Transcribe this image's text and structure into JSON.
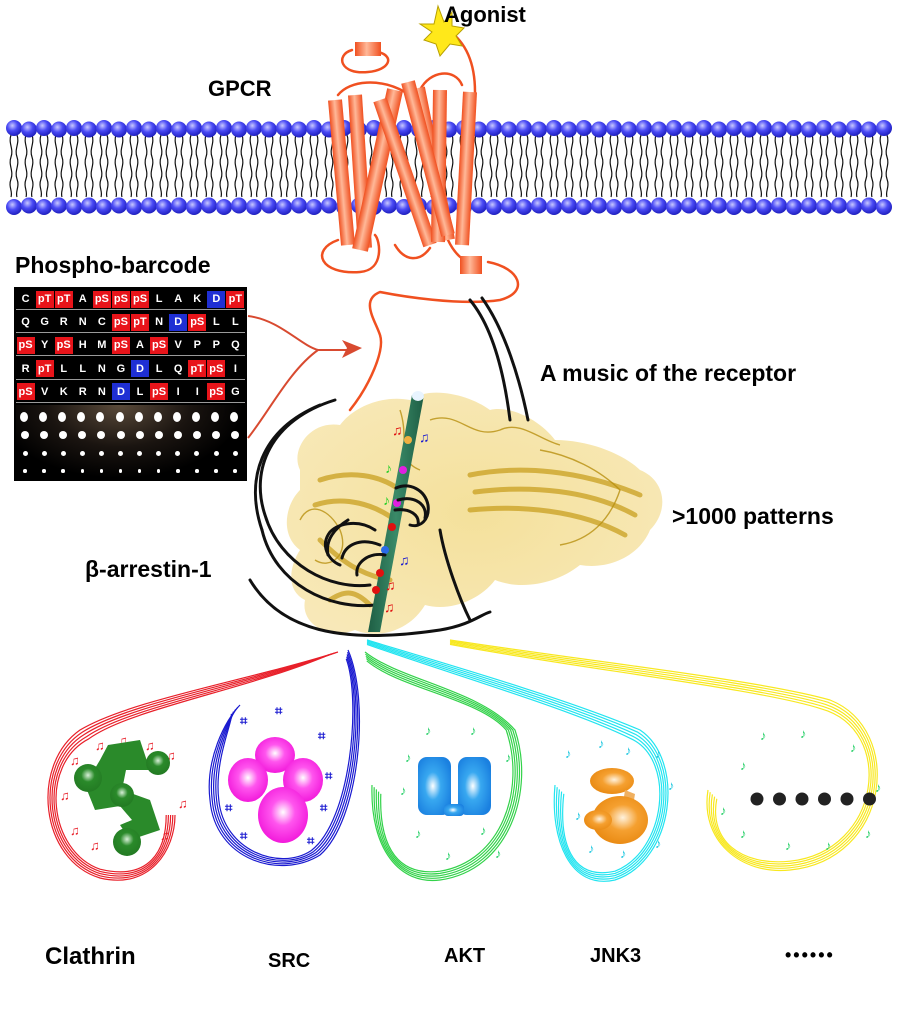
{
  "labels": {
    "gpcr": "GPCR",
    "agonist": "Agonist",
    "phospho_barcode": "Phospho-barcode",
    "music": "A music of the receptor",
    "patterns": ">1000 patterns",
    "arrestin": "β-arrestin-1"
  },
  "barcode_rows": [
    [
      "C",
      "pT",
      "pT",
      "A",
      "pS",
      "pS",
      "pS",
      "L",
      "A",
      "K",
      "D",
      "pT"
    ],
    [
      "Q",
      "G",
      "R",
      "N",
      "C",
      "pS",
      "pT",
      "N",
      "D",
      "pS",
      "L",
      "L"
    ],
    [
      "pS",
      "Y",
      "pS",
      "H",
      "M",
      "pS",
      "A",
      "pS",
      "V",
      "P",
      "P",
      "Q"
    ],
    [
      "R",
      "pT",
      "L",
      "L",
      "N",
      "G",
      "D",
      "L",
      "Q",
      "pT",
      "pS",
      "I"
    ],
    [
      "pS",
      "V",
      "K",
      "R",
      "N",
      "D",
      "L",
      "pS",
      "I",
      "I",
      "pS",
      "G"
    ]
  ],
  "barcode_colors": {
    "phospho": "#e8141a",
    "acidic": "#1f2fd4"
  },
  "effectors": [
    {
      "name": "Clathrin",
      "color": "#e8202a",
      "protein_color": "#2a8a2a",
      "note_color": "#e8202a"
    },
    {
      "name": "SRC",
      "color": "#1a1ad0",
      "protein_color": "#ff22dd",
      "note_color": "#1a1ad0"
    },
    {
      "name": "AKT",
      "color": "#33d24a",
      "protein_color": "#1a8ee8",
      "note_color": "#2ad06a"
    },
    {
      "name": "JNK3",
      "color": "#22e4f0",
      "protein_color": "#f09a1a",
      "note_color": "#22c8e0"
    },
    {
      "name": "••••••",
      "color": "#f8e820",
      "protein_color": "#222222",
      "note_color": "#2ad06a"
    }
  ],
  "colors": {
    "membrane_head": "#3a3af0",
    "receptor": "#f05a28",
    "agonist": "#ffe81a",
    "arrestin": "#f0dc9a",
    "flute": "#2a7a5a"
  }
}
